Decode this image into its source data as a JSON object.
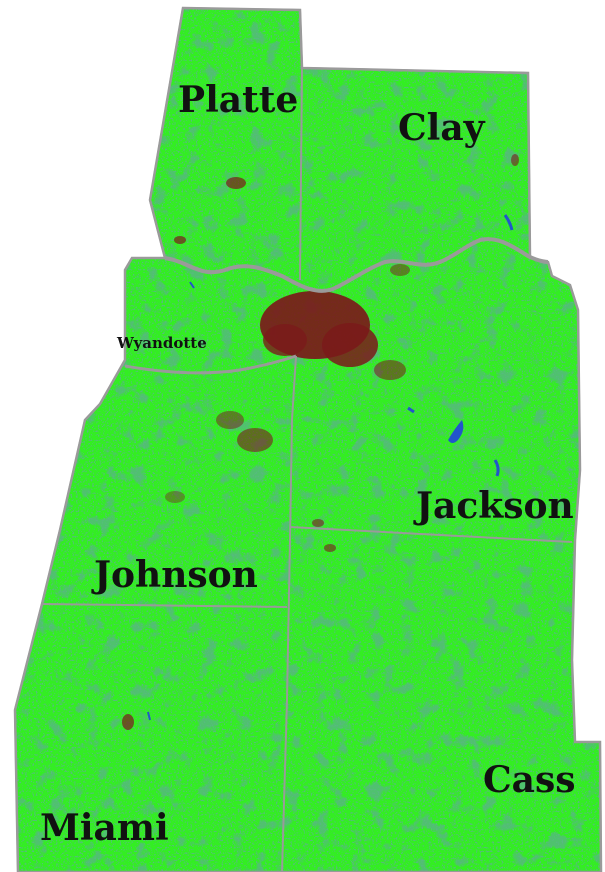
{
  "map": {
    "colors": {
      "land": "#33ee22",
      "vegetation": "#1a7a3a",
      "urban": "#7a1a1a",
      "water": "#2255cc",
      "border": "#9a9a9a",
      "background": "#ffffff"
    },
    "counties": [
      {
        "id": "platte",
        "label": "Platte"
      },
      {
        "id": "clay",
        "label": "Clay"
      },
      {
        "id": "wyandotte",
        "label": "Wyandotte"
      },
      {
        "id": "jackson",
        "label": "Jackson"
      },
      {
        "id": "johnson",
        "label": "Johnson"
      },
      {
        "id": "cass",
        "label": "Cass"
      },
      {
        "id": "miami",
        "label": "Miami"
      }
    ]
  }
}
